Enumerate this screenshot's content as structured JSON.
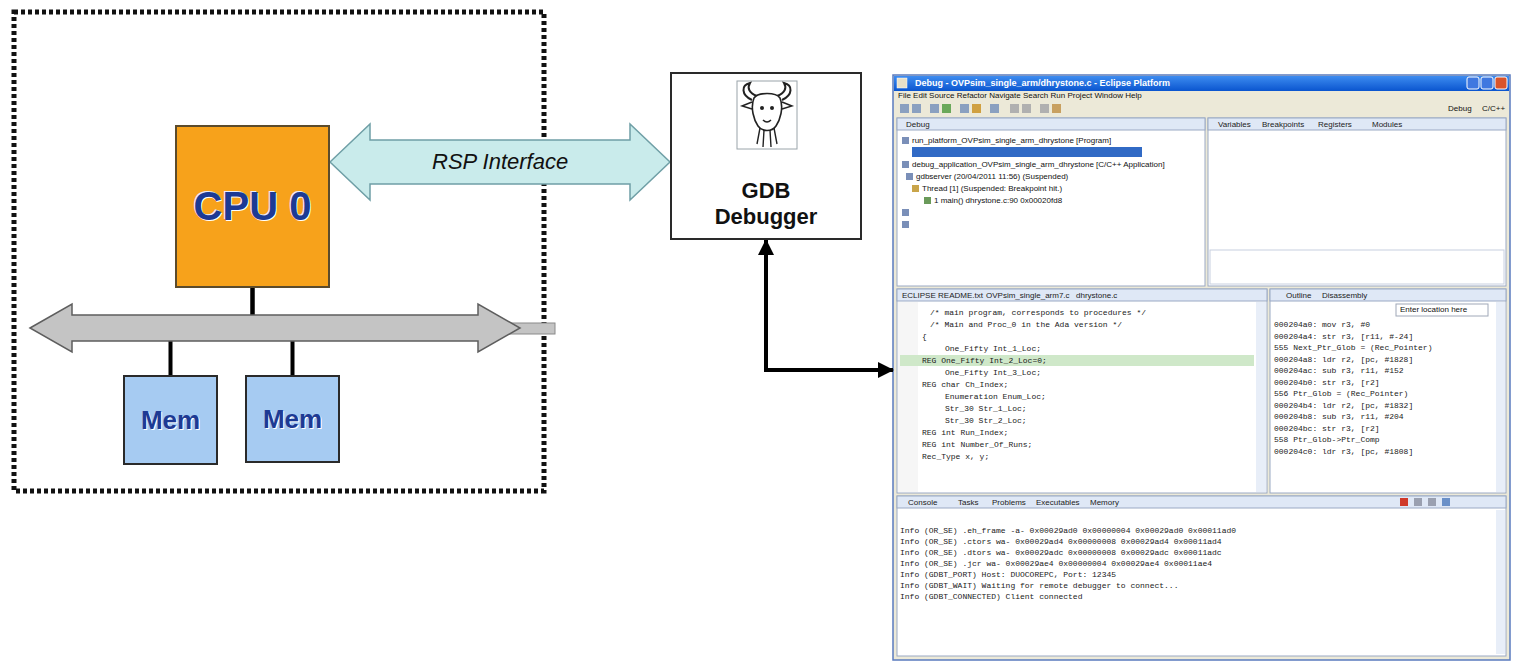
{
  "diagram": {
    "nodes": [
      {
        "text": [
          "CPU 0"
        ]
      },
      {
        "text": [
          "Mem"
        ]
      },
      {
        "text": [
          "Mem"
        ]
      },
      {
        "text": [
          "GDB Debugger"
        ]
      },
      {
        "text": [
          "Debug - OVPsim_single_arm/dhrystone.c - Eclipse Platform"
        ]
      }
    ],
    "edges": [
      {
        "from": 0,
        "to": 1,
        "arrow": "none"
      },
      {
        "from": 0,
        "to": 2,
        "arrow": "none"
      },
      {
        "from": 0,
        "to": 3,
        "arrow": "both",
        "label": "RSP Interface"
      },
      {
        "from": 3,
        "to": 4,
        "arrow": "both"
      }
    ],
    "labels": [
      "File Edit Source Refactor Navigate Search Run Project Window Help",
      "Debug",
      "C/C++",
      "Debug",
      "Variables",
      "Breakpoints",
      "Registers",
      "Modules",
      "run_platform_OVPsim_single_arm_dhrystone [Program]",
      "debug_application_OVPsim_single_arm_dhrystone [C/C++ Application]",
      "gdbserver (20/04/2011 11:56) (Suspended)",
      "Thread [1] (Suspended: Breakpoint hit.)",
      "1 main() dhrystone.c:90 0x00020fd8",
      "ECLIPSE README.txt",
      "OVPsim_single_arm7.c",
      "dhrystone.c",
      "/* main program, corresponds to procedures */",
      "/* Main and Proc_0 in the Ada version */",
      "{",
      "One_Fifty Int_1_Loc;",
      "REG One_Fifty Int_2_Loc=0;",
      "One_Fifty Int_3_Loc;",
      "REG char Ch_Index;",
      "Enumeration Enum_Loc;",
      "Str_30 Str_1_Loc;",
      "Str_30 Str_2_Loc;",
      "REG int Run_Index;",
      "REG int Number_Of_Runs;",
      "Rec_Type x, y;",
      "Outline",
      "Disassembly",
      "Enter location here",
      "000204a0: mov r3, #0",
      "000204a4: str r3, [r11, #-24]",
      "555 Next_Ptr_Glob = (Rec_Pointer)",
      "000204a8: ldr r2, [pc, #1828]",
      "000204ac: sub r3, r11, #152",
      "000204b0: str r3, [r2]",
      "556 Ptr_Glob = (Rec_Pointer)",
      "000204b4: ldr r2, [pc, #1832]",
      "000204b8: sub r3, r11, #204",
      "000204bc: str r3, [r2]",
      "558 Ptr_Glob->Ptr_Comp",
      "000204c0: ldr r3, [pc, #1808]",
      "Console",
      "Tasks",
      "Problems",
      "Executables",
      "Memory",
      "Info (OR_SE) .eh_frame -a- 0x00029ad0 0x00000004 0x00029ad0 0x00011ad0",
      "Info (OR_SE) .ctors wa- 0x00029ad4 0x00000008 0x00029ad4 0x00011ad4",
      "Info (OR_SE) .dtors wa- 0x00029adc 0x00000008 0x00029adc 0x00011adc",
      "Info (OR_SE) .jcr wa- 0x00029ae4 0x00000004 0x00029ae4 0x00011ae4",
      "Info (GDBT_PORT) Host: DUOCOREPC, Port: 12345",
      "Info (GDBT_WAIT) Waiting for remote debugger to connect...",
      "Info (GDBT_CONNECTED) Client connected"
    ]
  }
}
